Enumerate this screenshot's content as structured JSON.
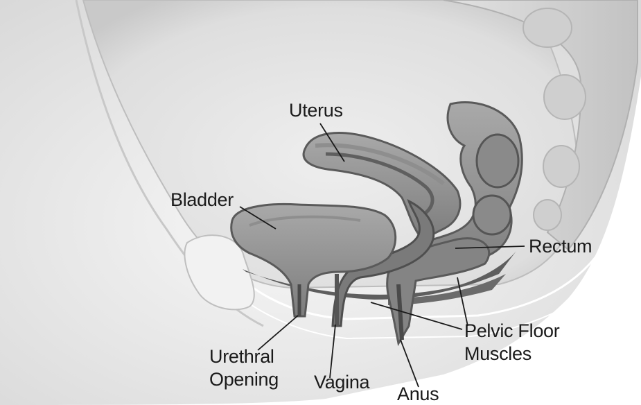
{
  "diagram": {
    "labels": {
      "uterus": "Uterus",
      "bladder": "Bladder",
      "rectum": "Rectum",
      "pelvic_floor_line1": "Pelvic Floor",
      "pelvic_floor_line2": "Muscles",
      "urethral_line1": "Urethral",
      "urethral_line2": "Opening",
      "vagina": "Vagina",
      "anus": "Anus"
    }
  }
}
